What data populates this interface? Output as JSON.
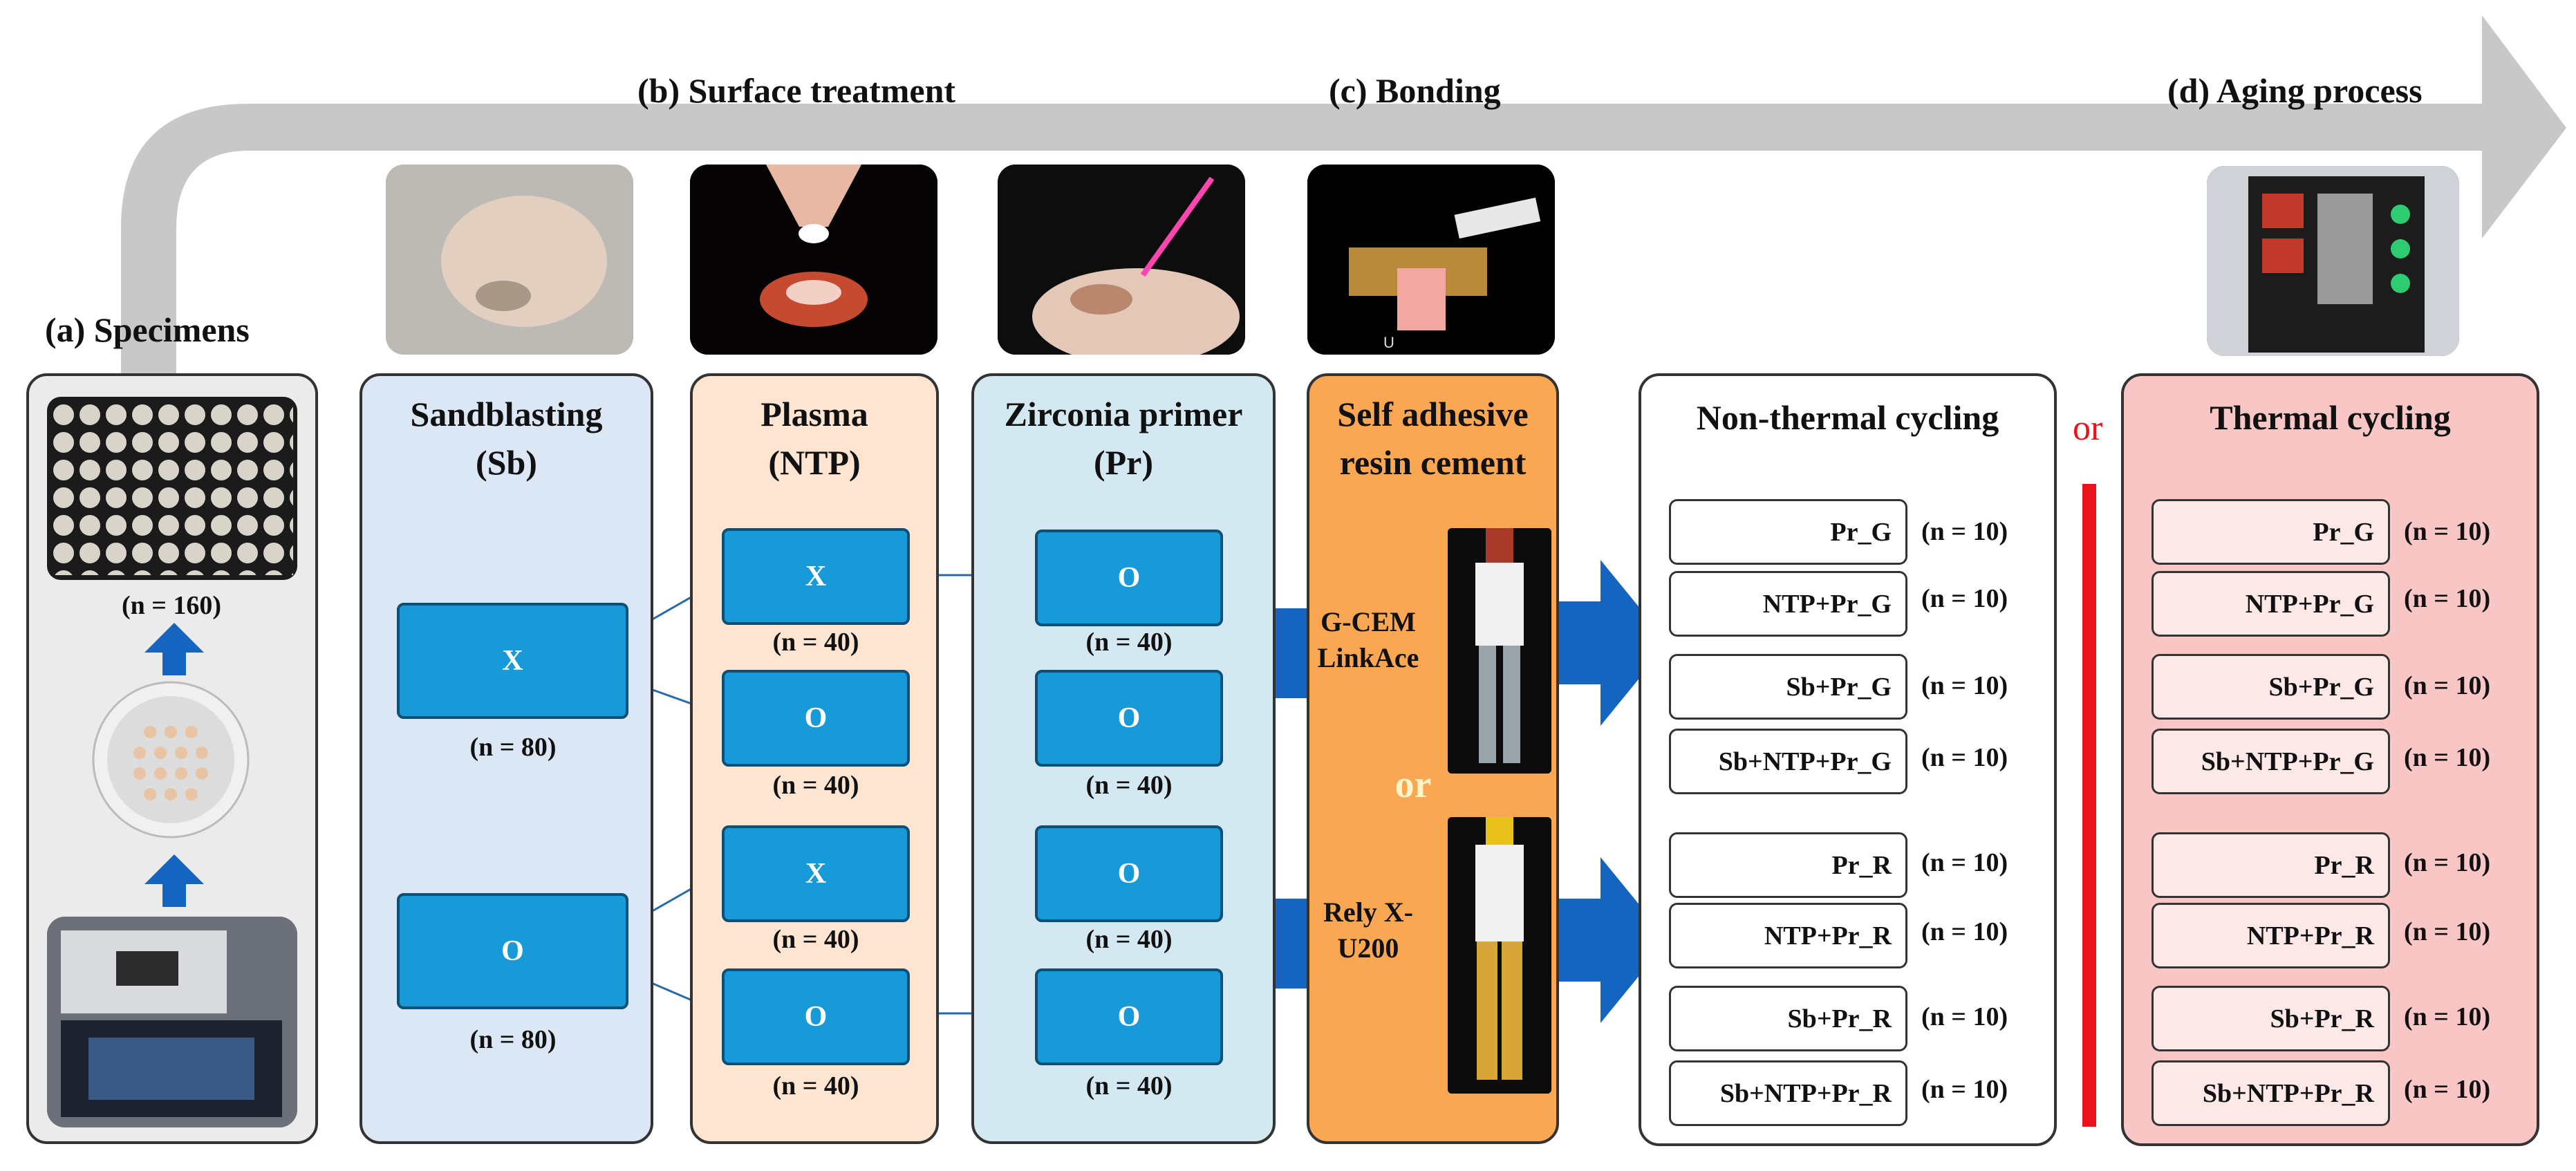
{
  "stages": {
    "specimens": "(a) Specimens",
    "surface_treatment": "(b) Surface treatment",
    "bonding": "(c) Bonding",
    "aging": "(d) Aging process"
  },
  "specimens": {
    "count": "(n = 160)"
  },
  "sandblasting": {
    "title": "Sandblasting\n(Sb)",
    "boxes": [
      {
        "label": "X",
        "count": "(n = 80)"
      },
      {
        "label": "O",
        "count": "(n = 80)"
      }
    ]
  },
  "plasma": {
    "title": "Plasma\n(NTP)",
    "boxes": [
      {
        "label": "X",
        "count": "(n = 40)"
      },
      {
        "label": "O",
        "count": "(n = 40)"
      },
      {
        "label": "X",
        "count": "(n = 40)"
      },
      {
        "label": "O",
        "count": "(n = 40)"
      }
    ]
  },
  "primer": {
    "title": "Zirconia primer\n(Pr)",
    "boxes": [
      {
        "label": "O",
        "count": "(n = 40)"
      },
      {
        "label": "O",
        "count": "(n = 40)"
      },
      {
        "label": "O",
        "count": "(n = 40)"
      },
      {
        "label": "O",
        "count": "(n = 40)"
      }
    ]
  },
  "cement": {
    "title": "Self adhesive\nresin cement",
    "products": [
      "G-CEM\nLinkAce",
      "Rely X-\nU200"
    ],
    "or": "or"
  },
  "non_thermal": {
    "title": "Non-thermal cycling",
    "groups": [
      {
        "label": "Pr_G",
        "count": "(n = 10)"
      },
      {
        "label": "NTP+Pr_G",
        "count": "(n = 10)"
      },
      {
        "label": "Sb+Pr_G",
        "count": "(n = 10)"
      },
      {
        "label": "Sb+NTP+Pr_G",
        "count": "(n = 10)"
      },
      {
        "label": "Pr_R",
        "count": "(n = 10)"
      },
      {
        "label": "NTP+Pr_R",
        "count": "(n = 10)"
      },
      {
        "label": "Sb+Pr_R",
        "count": "(n = 10)"
      },
      {
        "label": "Sb+NTP+Pr_R",
        "count": "(n = 10)"
      }
    ]
  },
  "aging_or": "or",
  "thermal": {
    "title": "Thermal cycling",
    "groups": [
      {
        "label": "Pr_G",
        "count": "(n = 10)"
      },
      {
        "label": "NTP+Pr_G",
        "count": "(n = 10)"
      },
      {
        "label": "Sb+Pr_G",
        "count": "(n = 10)"
      },
      {
        "label": "Sb+NTP+Pr_G",
        "count": "(n = 10)"
      },
      {
        "label": "Pr_R",
        "count": "(n = 10)"
      },
      {
        "label": "NTP+Pr_R",
        "count": "(n = 10)"
      },
      {
        "label": "Sb+Pr_R",
        "count": "(n = 10)"
      },
      {
        "label": "Sb+NTP+Pr_R",
        "count": "(n = 10)"
      }
    ]
  },
  "colors": {
    "arrow_gray": "#c8c8c8",
    "specimen_bg": "#ebebeb",
    "sandblast_bg": "#dbe7f5",
    "plasma_bg": "#fde5d2",
    "primer_bg": "#d3e8f0",
    "cement_bg": "#f9a752",
    "thermal_bg": "#f9c6c6",
    "thermal_box": "#fde8e8",
    "box_blue": "#199ad8",
    "arrow_blue": "#1565c0",
    "divider_red": "#e8131b"
  }
}
